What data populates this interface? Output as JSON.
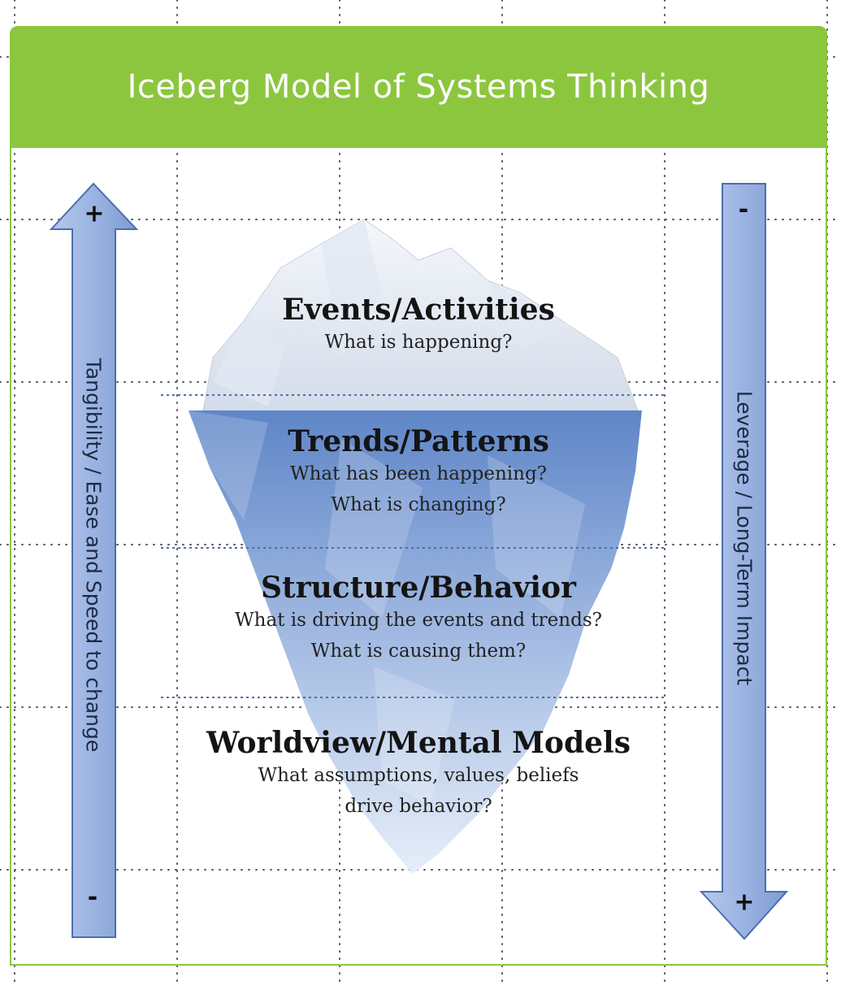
{
  "title": "Iceberg Model of Systems Thinking",
  "left_axis": {
    "label": "Tangibility / Ease and Speed to change",
    "top_sign": "+",
    "bottom_sign": "-"
  },
  "right_axis": {
    "label": "Leverage / Long-Term Impact",
    "top_sign": "-",
    "bottom_sign": "+"
  },
  "layers": [
    {
      "heading": "Events/Activities",
      "lines": [
        "What is happening?"
      ]
    },
    {
      "heading": "Trends/Patterns",
      "lines": [
        "What has been happening?",
        "What is changing?"
      ]
    },
    {
      "heading": "Structure/Behavior",
      "lines": [
        "What is driving the events and trends?",
        "What is causing them?"
      ]
    },
    {
      "heading": "Worldview/Mental Models",
      "lines": [
        "What assumptions, values, beliefs",
        "drive behavior?"
      ]
    }
  ],
  "colors": {
    "title_bar": "#8cc63f",
    "arrow_fill": "#9fb7e3",
    "arrow_stroke": "#4a6fae",
    "water": "#6f93cf"
  }
}
